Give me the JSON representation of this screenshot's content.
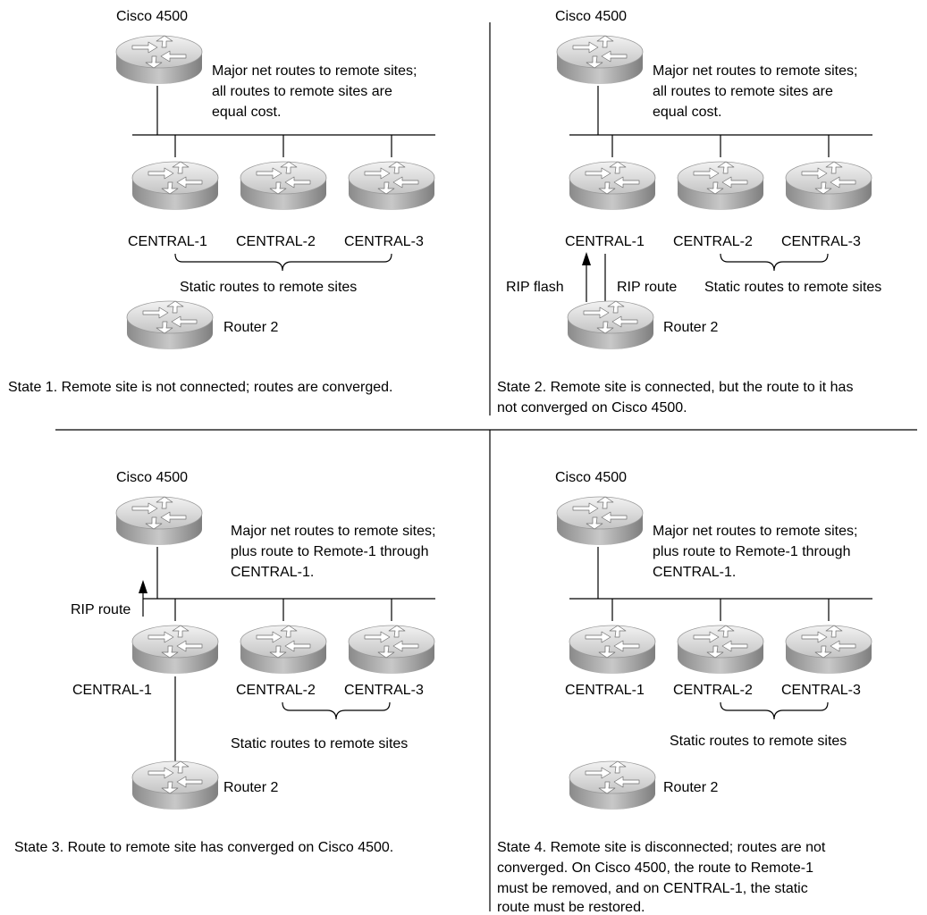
{
  "panels": [
    {
      "top_router_label": "Cisco 4500",
      "note_lines": [
        "Major net routes to remote sites;",
        "all routes to remote sites are",
        "equal cost."
      ],
      "central_labels": [
        "CENTRAL-1",
        "CENTRAL-2",
        "CENTRAL-3"
      ],
      "brace_label": "Static routes to remote sites",
      "router2_label": "Router 2",
      "caption_lines": [
        "State 1. Remote site is not connected; routes are converged."
      ]
    },
    {
      "top_router_label": "Cisco 4500",
      "note_lines": [
        "Major net routes to remote sites;",
        "all routes to remote sites are",
        "equal cost."
      ],
      "central_labels": [
        "CENTRAL-1",
        "CENTRAL-2",
        "CENTRAL-3"
      ],
      "rip_flash_label": "RIP flash",
      "rip_route_label": "RIP route",
      "brace_label": "Static routes to remote sites",
      "router2_label": "Router 2",
      "caption_lines": [
        "State 2. Remote site is connected, but the route to it has",
        "not converged on Cisco 4500."
      ]
    },
    {
      "top_router_label": "Cisco 4500",
      "note_lines": [
        "Major net routes to remote sites;",
        "plus route to Remote-1 through",
        "CENTRAL-1."
      ],
      "rip_route_label": "RIP route",
      "central_labels": [
        "CENTRAL-1",
        "CENTRAL-2",
        "CENTRAL-3"
      ],
      "brace_label": "Static routes to remote sites",
      "router2_label": "Router 2",
      "caption_lines": [
        "State 3. Route to remote site has converged on Cisco 4500."
      ]
    },
    {
      "top_router_label": "Cisco 4500",
      "note_lines": [
        "Major net routes to remote sites;",
        "plus route to Remote-1 through",
        "CENTRAL-1."
      ],
      "central_labels": [
        "CENTRAL-1",
        "CENTRAL-2",
        "CENTRAL-3"
      ],
      "brace_label": "Static routes to remote sites",
      "router2_label": "Router 2",
      "caption_lines": [
        "State 4. Remote site is disconnected; routes are not",
        "converged. On Cisco 4500, the route to Remote-1",
        "must be removed, and on CENTRAL-1, the static",
        "route must be restored."
      ]
    }
  ],
  "colors": {
    "router_top": "#dcdcdc",
    "router_body": "#a9a9a9",
    "line": "#000000"
  }
}
